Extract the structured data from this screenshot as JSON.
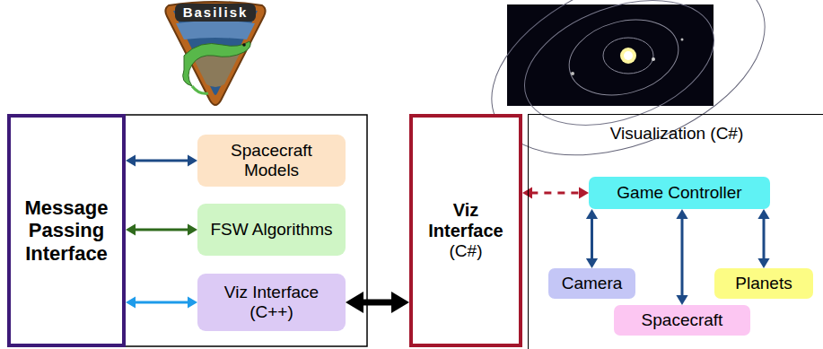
{
  "diagram": {
    "nodes": [
      {
        "text": [
          "Message Passing Interface"
        ]
      },
      {
        "text": [
          "Spacecraft Models"
        ]
      },
      {
        "text": [
          "FSW Algorithms"
        ]
      },
      {
        "text": [
          "Viz Interface (C++)"
        ]
      },
      {
        "text": [
          "Viz Interface",
          "(C#)"
        ]
      },
      {
        "text": [
          "Visualization (C#)"
        ]
      },
      {
        "text": [
          "Game Controller"
        ],
        "in": 5
      },
      {
        "text": [
          "Camera"
        ],
        "in": 5
      },
      {
        "text": [
          "Planets"
        ],
        "in": 5
      },
      {
        "text": [
          "Spacecraft"
        ],
        "in": 5
      }
    ],
    "edges": [
      {
        "from": 0,
        "to": 1,
        "arrow": "both"
      },
      {
        "from": 0,
        "to": 2,
        "arrow": "both"
      },
      {
        "from": 0,
        "to": 3,
        "arrow": "both"
      },
      {
        "from": 3,
        "to": 4,
        "arrow": "both"
      },
      {
        "from": 4,
        "to": 6,
        "arrow": "both"
      },
      {
        "from": 6,
        "to": 7,
        "arrow": "both"
      },
      {
        "from": 6,
        "to": 9,
        "arrow": "both"
      },
      {
        "from": 6,
        "to": 8,
        "arrow": "both"
      }
    ],
    "labels": [
      "Basilisk"
    ]
  }
}
